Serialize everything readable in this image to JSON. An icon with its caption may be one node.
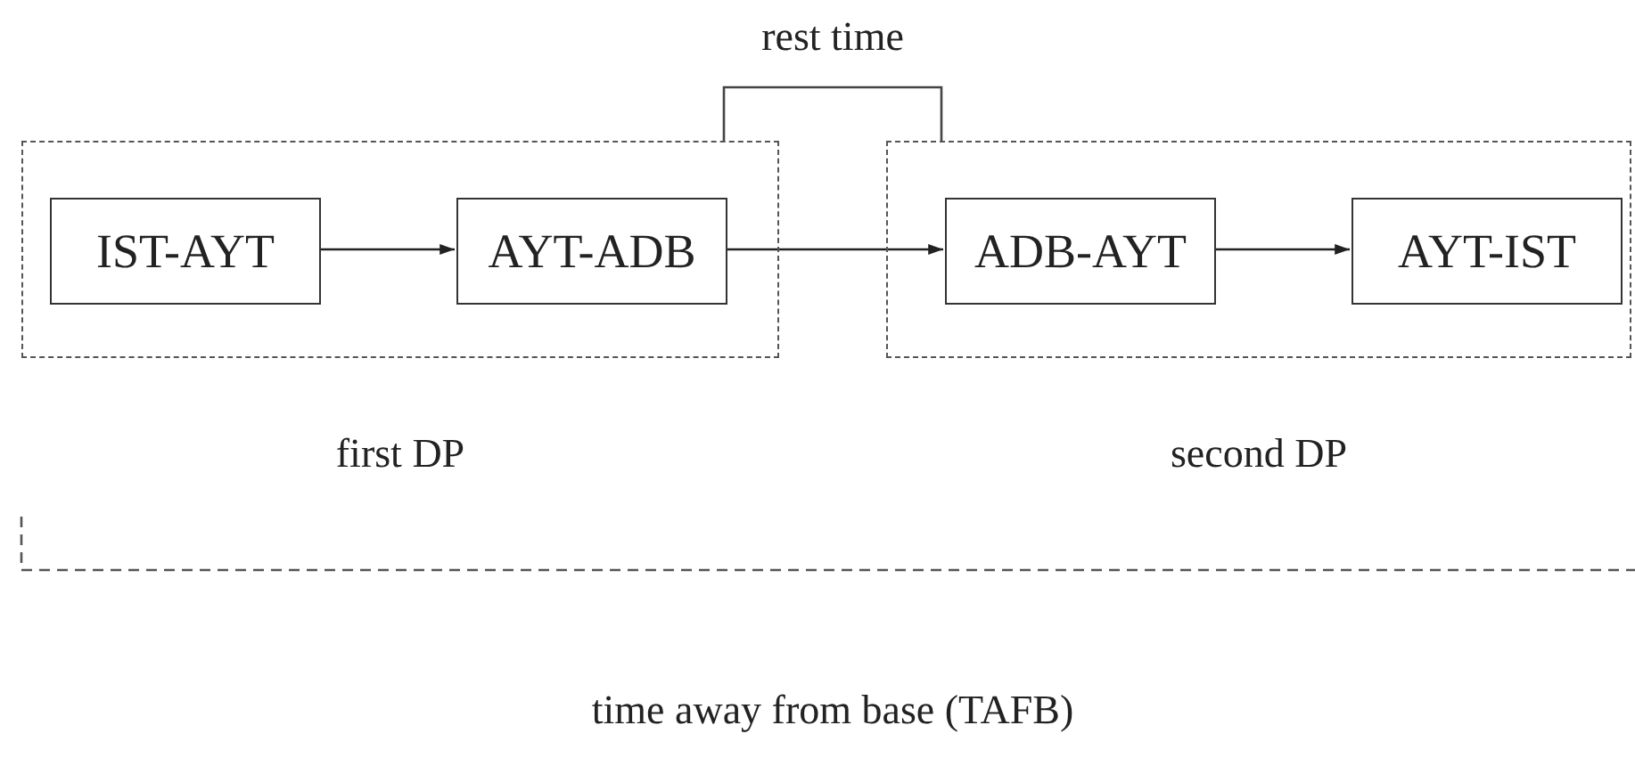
{
  "diagram": {
    "nodes": [
      {
        "text": [
          "first DP"
        ]
      },
      {
        "text": [
          "IST-AYT"
        ],
        "in": 0
      },
      {
        "text": [
          "AYT-ADB"
        ],
        "in": 0
      },
      {
        "text": [
          "second DP"
        ]
      },
      {
        "text": [
          "ADB-AYT"
        ],
        "in": 3
      },
      {
        "text": [
          "AYT-IST"
        ],
        "in": 3
      }
    ],
    "edges": [
      {
        "from": 1,
        "to": 2,
        "arrow": "to"
      },
      {
        "from": 2,
        "to": 4,
        "arrow": "to"
      },
      {
        "from": 4,
        "to": 5,
        "arrow": "to"
      }
    ],
    "labels": [
      "rest time",
      "time away from base (TAFB)"
    ]
  }
}
